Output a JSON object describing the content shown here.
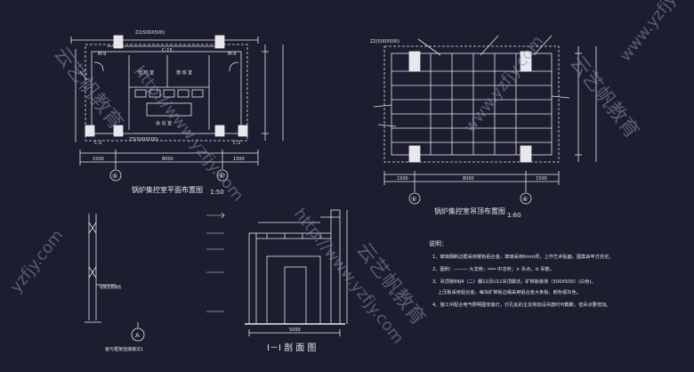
{
  "colors": {
    "background": "#1c1d2e",
    "line": "#e8e8ec",
    "watermark": "#8a8fa8"
  },
  "plan_left": {
    "title": "锅炉集控室平面布置图",
    "scale": "1:50",
    "top_beam": "Z2(500X500)",
    "bottom_beam": "Z3(500X500)",
    "grid_left": "⑤",
    "grid_right": "⑥",
    "tags": [
      "M-9",
      "M-9",
      "C-15",
      "C-2",
      "C-2"
    ],
    "room_labels": [
      "值 班 室",
      "值 班 室",
      "会 议 室"
    ],
    "dims": [
      "1500",
      "8000",
      "1500"
    ]
  },
  "plan_right": {
    "title": "锅炉集控室吊顶布置图",
    "scale": "1:60",
    "beam_tag": "Z2(500X500)",
    "grid_left": "⑤",
    "grid_right": "⑥",
    "dims": [
      "1500",
      "8000",
      "1500"
    ]
  },
  "section": {
    "title": "I－I 剖 面 图",
    "dim_bottom": "5000"
  },
  "detail_left": {
    "title": "窗与框架连接做法1",
    "axis": "A",
    "label": "轻钢龙骨隔墙"
  },
  "notes": {
    "heading": "说明：",
    "items": [
      "1、玻璃隔断边框采用银色铝合金，玻璃采用6mm厚，上作艺术贴面，图案由甲方自定。",
      "2、图例：——— 大龙骨；═══ 中龙骨；× 吊点，⊘ 吊筋。",
      "3、吊顶按88J4（二）棚12页U11吊顶做法，矿棉板装饰（500X500）(白色)。",
      "上压板采用铝合金，每块矿棉板边缘采用铝合金大条板，颜色视灰色。",
      "4、施工中配合电气照明图安装灯，灯孔处的主龙骨加设吊筋时可截断，但吊点要增加。"
    ]
  },
  "watermarks": [
    "http://www.yzfjy.com",
    "http://www.yzfjy.com",
    "云艺帆教育",
    "云艺帆教育",
    "云艺帆教育",
    "www.yzfjy.com",
    "yzfjy.com",
    "www.yzfjy"
  ]
}
